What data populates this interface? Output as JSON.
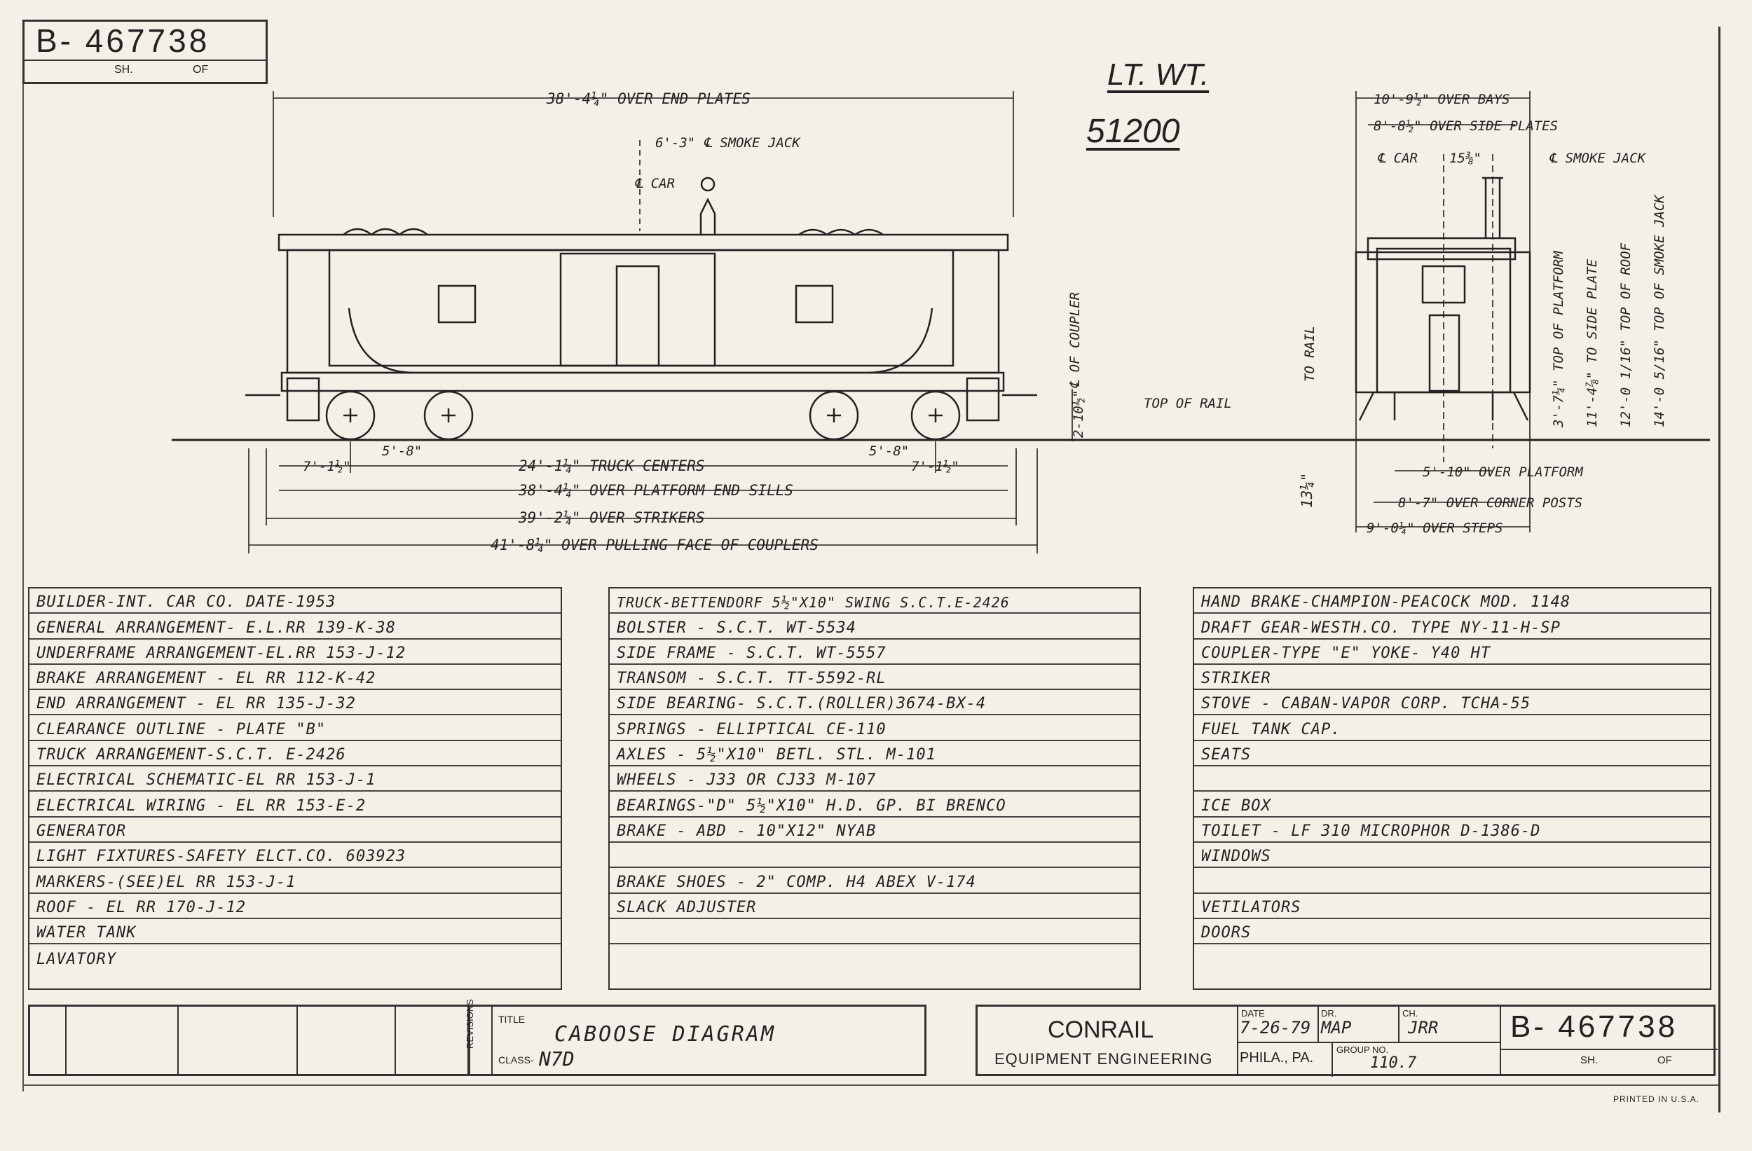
{
  "drawing_number": "B- 467738",
  "sheet": {
    "sh_label": "SH.",
    "of_label": "OF"
  },
  "light_weight": {
    "label": "LT. WT.",
    "value": "51200"
  },
  "side_view": {
    "over_end_plates": "38'-4¼\" OVER END PLATES",
    "smoke_jack": "6'-3\" ℄ SMOKE JACK",
    "car_cl": "℄ CAR",
    "coupler_cl": "℄ OF COUPLER",
    "coupler_height": "2-10½\"",
    "top_of_rail": "TOP OF RAIL",
    "truck_end": "7'-1½\"",
    "wheel_base_left": "5'-8\"",
    "truck_centers": "24'-1¼\" TRUCK CENTERS",
    "wheel_base_right": "5'-8\"",
    "truck_end_right": "7'-1½\"",
    "over_platform_end_sills": "38'-4¼\" OVER PLATFORM END SILLS",
    "over_strikers": "39'-2¼\" OVER STRIKERS",
    "over_pulling_face": "41'-8¼\" OVER PULLING FACE OF COUPLERS"
  },
  "end_view": {
    "over_bays": "10'-9½\" OVER BAYS",
    "over_side_plates": "8'-8½\" OVER SIDE PLATES",
    "car_cl": "℄ CAR",
    "offset": "15⅜\"",
    "smoke_jack": "℄ SMOKE JACK",
    "to_rail": "TO RAIL",
    "platform": "3'-7¼\" TOP OF PLATFORM",
    "side_plate": "11'-4⅞\" TO SIDE PLATE",
    "roof": "12'-0 1/16\" TOP OF ROOF",
    "smoke_jack_top": "14'-0 5/16\" TOP OF SMOKE JACK",
    "height_13": "13¼\"",
    "over_platform": "5'-10\" OVER PLATFORM",
    "over_corner_posts": "8'-7\" OVER CORNER POSTS",
    "over_steps": "9'-0¼\" OVER STEPS"
  },
  "specs": {
    "col1": [
      "BUILDER-INT. CAR CO.     DATE-1953",
      "GENERAL ARRANGEMENT- E.L.RR  139-K-38",
      "UNDERFRAME ARRANGEMENT-EL.RR 153-J-12",
      "BRAKE ARRANGEMENT - EL RR  112-K-42",
      "END ARRANGEMENT - EL RR  135-J-32",
      "CLEARANCE OUTLINE - PLATE \"B\"",
      "TRUCK ARRANGEMENT-S.C.T. E-2426",
      "ELECTRICAL SCHEMATIC-EL RR 153-J-1",
      "ELECTRICAL WIRING - EL RR 153-E-2",
      "GENERATOR",
      "LIGHT FIXTURES-SAFETY ELCT.CO. 603923",
      "MARKERS-(SEE)EL RR  153-J-1",
      "ROOF - EL RR  170-J-12",
      "WATER TANK",
      "LAVATORY"
    ],
    "col2": [
      "TRUCK-BETTENDORF 5½\"X10\" SWING S.C.T.E-2426",
      "BOLSTER - S.C.T.  WT-5534",
      "SIDE FRAME - S.C.T. WT-5557",
      "TRANSOM - S.C.T. TT-5592-RL",
      "SIDE BEARING- S.C.T.(ROLLER)3674-BX-4",
      "SPRINGS - ELLIPTICAL  CE-110",
      "AXLES - 5½\"X10\" BETL. STL.  M-101",
      "WHEELS - J33 OR CJ33  M-107",
      "BEARINGS-\"D\" 5½\"X10\" H.D. GP. BI BRENCO",
      "BRAKE - ABD - 10\"X12\"  NYAB",
      "",
      "BRAKE SHOES - 2\" COMP. H4 ABEX V-174",
      "SLACK ADJUSTER",
      "",
      ""
    ],
    "col3": [
      "HAND BRAKE-CHAMPION-PEACOCK MOD. 1148",
      "DRAFT GEAR-WESTH.CO. TYPE NY-11-H-SP",
      "COUPLER-TYPE \"E\"   YOKE- Y40 HT",
      "STRIKER",
      "STOVE - CABAN-VAPOR CORP. TCHA-55",
      "FUEL TANK                 CAP.",
      "SEATS",
      "",
      "ICE BOX",
      "TOILET - LF 310   MICROPHOR D-1386-D",
      "WINDOWS",
      "",
      "VETILATORS",
      "DOORS",
      ""
    ]
  },
  "title_block": {
    "revisions_label": "REVISIONS",
    "title_label": "TITLE",
    "title": "CABOOSE  DIAGRAM",
    "class_label": "CLASS-",
    "class_value": "N7D",
    "company": "CONRAIL",
    "department": "EQUIPMENT ENGINEERING",
    "date_label": "DATE",
    "date": "7-26-79",
    "dr_label": "DR.",
    "dr": "MAP",
    "ch_label": "CH.",
    "ch": "JRR",
    "location": "PHILA., PA.",
    "group_label": "GROUP NO.",
    "group": "110.7",
    "number": "B- 467738",
    "sh_label": "SH.",
    "of_label": "OF"
  },
  "printed": "PRINTED IN U.S.A."
}
